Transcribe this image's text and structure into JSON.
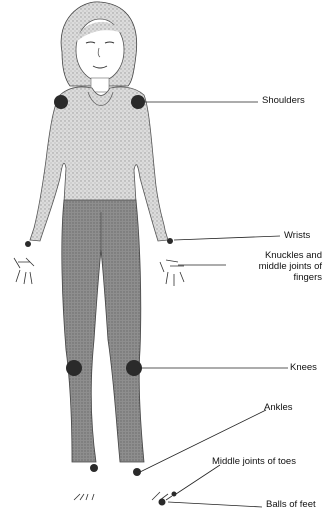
{
  "colors": {
    "joint": "#2a2a2a",
    "shirt": "#d2d2d2",
    "pants": "#8f8f8f",
    "skin": "#ffffff",
    "outline": "#333333",
    "leader": "#222222"
  },
  "labels": {
    "shoulders": "Shoulders",
    "wrists": "Wrists",
    "knuckles": "Knuckles and\nmiddle joints of\nfingers",
    "knees": "Knees",
    "ankles": "Ankles",
    "toes": "Middle joints of toes",
    "balls": "Balls of feet"
  }
}
